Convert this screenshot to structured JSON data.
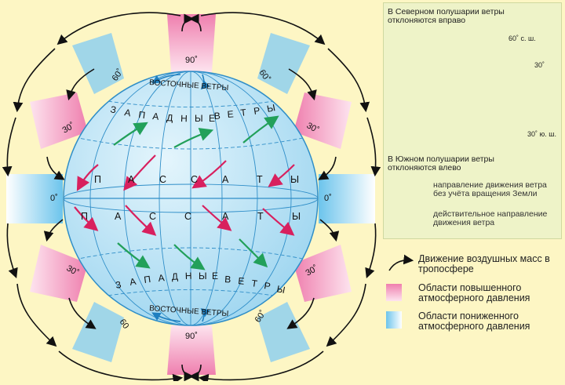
{
  "main": {
    "letters_west_top": [
      "З",
      "А",
      "П",
      "А",
      "Д",
      "Н",
      "Ы",
      "Е",
      "В",
      "Е",
      "Т",
      "Р",
      "Ы"
    ],
    "letters_west_bottom": [
      "З",
      "А",
      "П",
      "А",
      "Д",
      "Н",
      "Ы",
      "Е",
      "В",
      "Е",
      "Т",
      "Р",
      "Ы"
    ],
    "letters_trade_top": [
      "П",
      "А",
      "С",
      "С",
      "А",
      "Т",
      "Ы"
    ],
    "letters_trade_bottom": [
      "П",
      "А",
      "С",
      "С",
      "А",
      "Т",
      "Ы"
    ],
    "east_winds_top": "ВОСТОЧНЫЕ ВЕТРЫ",
    "east_winds_bottom": "ВОСТОЧНЫЕ ВЕТРЫ",
    "lat_90_top": "90˚",
    "lat_90_bottom": "90˚",
    "lat_60_nw": "60˚",
    "lat_60_ne": "60˚",
    "lat_60_sw": "60",
    "lat_60_se": "60˚",
    "lat_30_nw": "30˚",
    "lat_30_ne": "30˚",
    "lat_30_sw": "30˚",
    "lat_30_se": "30˚",
    "lat_0_w": "0˚",
    "lat_0_e": "0˚"
  },
  "inset": {
    "north_caption": "В Северном полушарии ветры отклоняются вправо",
    "south_caption": "В Южном полушарии ветры отклоняются влево",
    "lat_60n": "60˚ с. ш.",
    "lat_30n": "30˚",
    "lat_30s": "30˚ ю. ш.",
    "legend_dashed": "направление движения ветра без учёта вращения Земли",
    "legend_actual": "действительное направление движения ветра"
  },
  "legend": {
    "air_masses": "Движение воздушных масс в тропосфере",
    "high_pressure": "Области повышенного атмосферного давления",
    "low_pressure": "Области пониженного атмосферного давления"
  },
  "colors": {
    "background": "#fdf6c4",
    "globe": "#bfe4f5",
    "high_pressure": "#f2a3c6",
    "low_pressure": "#8fd0ef",
    "green_arrow": "#22a05a",
    "red_arrow": "#d8205e"
  }
}
